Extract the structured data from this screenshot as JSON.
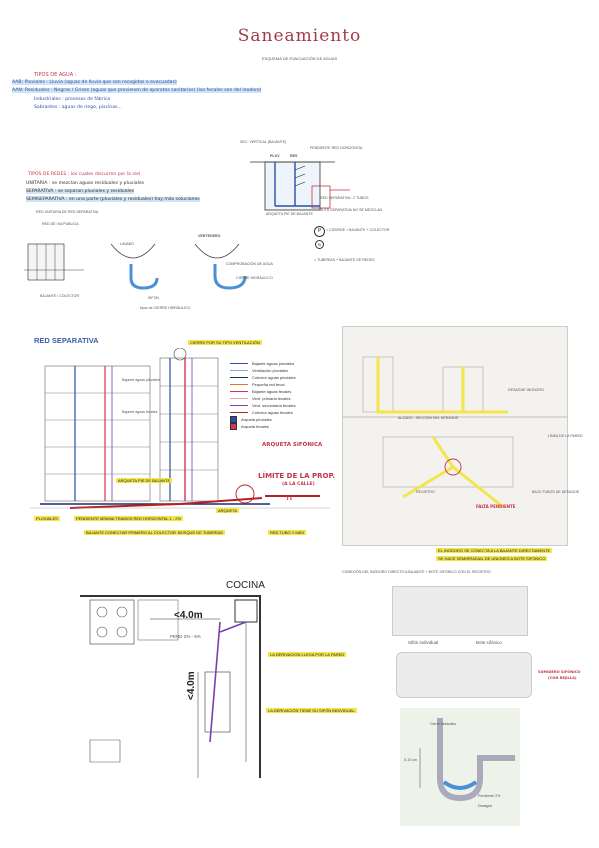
{
  "header": {
    "title": "Saneamiento",
    "subtitle": "ESQUEMA DE EVACUACIÓN DE AGUAS"
  },
  "tipos_agua": {
    "heading": "TIPOS DE AGUA :",
    "lines": [
      "AAB: Pluviales - Lluvia (aguas de lluvia que son recogidas o evacuadas)",
      "AAN: Residuales - Negras / Grises (aguas que provienen de aparatos sanitarios) (las fecales son del inodoro)",
      "Industriales : procesos de fábrica",
      "Sobrantes : aguas de riego, piscinas..."
    ]
  },
  "section_diagram": {
    "label_left": "SEC. VERTICAL (BAJANTE)",
    "label_right": "PENDIENTE RED HORIZONTAL",
    "label_pluv": "PLUV",
    "label_res": "RES",
    "label_arqueta": "ARQUETA PIE DE BAJANTE",
    "note_1": "RED SEPARATIVA : 2 TUBOS",
    "note_2": "SI ES SEPARATIVA NO SE MEZCLAN",
    "legend_p": "= CÚSPIDE = BAJANTE + COLECTOR",
    "legend_b": "= TUBERÍAS + BAJANTE DE REDES"
  },
  "tipos_redes": {
    "heading": "TIPOS DE REDES : los cuales discurren por la red",
    "lines": [
      "UNITARIA : se mezclan aguas residuales y pluviales",
      "SEPARATIVA : se separan pluviales y residuales",
      "SEMISEPARATIVA : en una parte (pluviales y residuales) hay más soluciones"
    ],
    "arrow_1": "RED UNITARIA DE RED SEPARATIVA",
    "arrow_2": "RED DE VIA PUBLICA"
  },
  "trap_diagram": {
    "label_a": "LAVABO",
    "label_b": "VERTEDERO",
    "label_c": "COMPROBACIÓN DE AGUA",
    "label_sifon": "SIFÓN",
    "label_cierre": "CIERRE HIDRÁULICO",
    "caption": "tipos de CIERRE HIDRÁULICO",
    "grid_label": "BAJANTE / COLECTOR"
  },
  "red_separativa": {
    "heading": "RED SEPARATIVA",
    "legend": [
      {
        "label": "Bajante aguas pluviales",
        "color": "#2a4fa6",
        "kind": "line"
      },
      {
        "label": "Ventilación pluviales",
        "color": "#8aa8d8",
        "kind": "line"
      },
      {
        "label": "Colector aguas pluviales",
        "color": "#1b2f6b",
        "kind": "line"
      },
      {
        "label": "Pequeña red fecal",
        "color": "#e07a2a",
        "kind": "line"
      },
      {
        "label": "Bajante aguas fecales",
        "color": "#d4335a",
        "kind": "line"
      },
      {
        "label": "Vent. primaria fecales",
        "color": "#e9a3b4",
        "kind": "line"
      },
      {
        "label": "Vent. secundaria fecales",
        "color": "#7b3fb1",
        "kind": "line"
      },
      {
        "label": "Colector aguas fecales",
        "color": "#b52025",
        "kind": "line"
      },
      {
        "label": "Arqueta pluviales",
        "color": "#2a4fa6",
        "kind": "box"
      },
      {
        "label": "Arqueta fecales",
        "color": "#d4335a",
        "kind": "box"
      }
    ],
    "annot_top": "CIERRE POR SU TIPO VENTILACIÓN",
    "annot_sifonica": "ARQUETA SIFÓNICA",
    "annot_limite": "LÍMITE DE LA PROP.",
    "annot_limite_sub": "(A LA CALLE)",
    "annot_exclaim": "!!",
    "label_bajante_pluv": "Bajante aguas pluviales",
    "label_bajante_fec": "Bajante aguas fecales",
    "tag_1": "ARQUETA PIE DE BAJANTE",
    "tag_2": "PENDIENTE MÍNIMA TRAMOS RED HORIZONTAL 1 - 2%",
    "tag_3": "BAJANTE CONECTAR PRIMERO AL COLECTOR",
    "tag_4": "BOSQUE DE TUBERÍAS",
    "tag_5": "ARQUETA",
    "tag_6": "RED TUBO Y MÁS",
    "caption_left": "PLUVIALES"
  },
  "alzado": {
    "label_seccion": "ALZADO - SECCIÓN DEL DESAGÜE",
    "annot_1": "DESAGÜE INODORO",
    "annot_2": "LÍNEA DE LA PARED",
    "annot_3": "BAJO TUBOS DE DESAGÜE",
    "annot_4": "FALTA PENDIENTE",
    "annot_5": "REGISTRO",
    "caption_1": "EL INODORO SE CONECTA A LA BAJANTE DIRECTAMENTE",
    "caption_2": "SE HACE SEMIRRADIAL DE UNIONES A BOTE SIFÓNICO",
    "caption_bottom": "CONEXIÓN DEL INODORO DIRECTO A BAJANTE + BOTE SIFÓNICO CON EL REGISTRO"
  },
  "cocina": {
    "title": "COCINA",
    "dim_h": "<4.0m",
    "dim_v": "<4.0m",
    "note_pend": "PEND 2% - 5%",
    "tag_1": "LA DERIVACIÓN LLEGA POR LA PARED",
    "tag_2": "LA DERIVACIÓN TIENE SU SIFÓN INDIVIDUAL"
  },
  "sifones": {
    "label_individual": "Sifón individual",
    "label_bote": "Bote sifónico",
    "label_side": "SUMIDERO SIFÓNICO",
    "label_side_sub": "(CON REJILLA)",
    "label_cierre": "Cierre hidráulico",
    "label_altura": "5-10 cm",
    "label_desague": "Desagüe",
    "label_pend": "Pendiente 2%"
  }
}
